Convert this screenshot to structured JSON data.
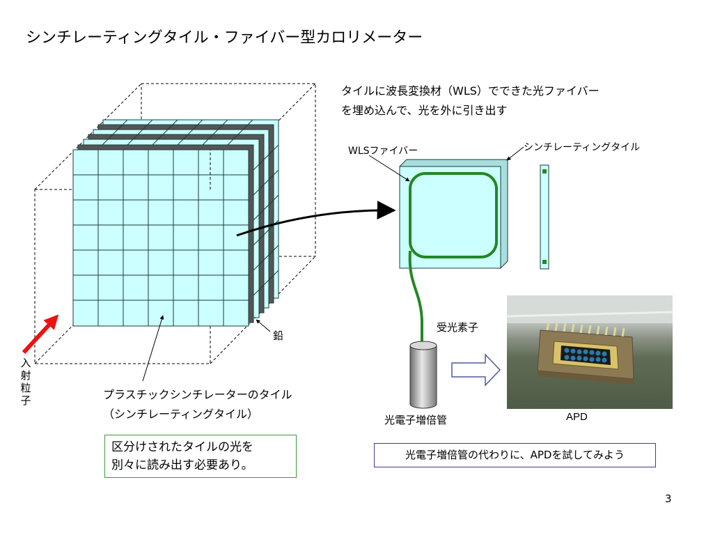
{
  "title": "シンチレーティングタイル・ファイバー型カロリメーター",
  "description": {
    "line1": "タイルに波長変換材（WLS）でできた光ファイバー",
    "line2": "を埋め込んで、光を外に引き出す"
  },
  "labels": {
    "wls_fiber": "WLSファイバー",
    "scintillating_tile": "シンチレーティングタイル",
    "lead": "鉛",
    "photo_receiver": "受光素子",
    "pmt": "光電子増倍管",
    "apd": "APD",
    "plastic_line1": "プラスチックシンチレーターのタイル",
    "plastic_line2": "（シンチレーティングタイル）",
    "incident_particle": [
      "入",
      "射",
      "粒",
      "子"
    ]
  },
  "note_green": {
    "line1": "区分けされたタイルの光を",
    "line2": "別々に読み出す必要あり。"
  },
  "note_blue": "光電子増倍管の代わりに、APDを試してみよう",
  "page_number": "3",
  "colors": {
    "tile_fill": "#ccffff",
    "tile_stroke": "#1a3a3a",
    "lead_fill": "#555555",
    "fiber": "#228822",
    "incident_arrow": "#ee1111",
    "green_box": "#3a9a3a",
    "blue_box": "#3a3a9a"
  },
  "icons": {
    "incident_arrow": "red-arrow-icon",
    "transition_arrow": "outline-right-arrow-icon"
  }
}
